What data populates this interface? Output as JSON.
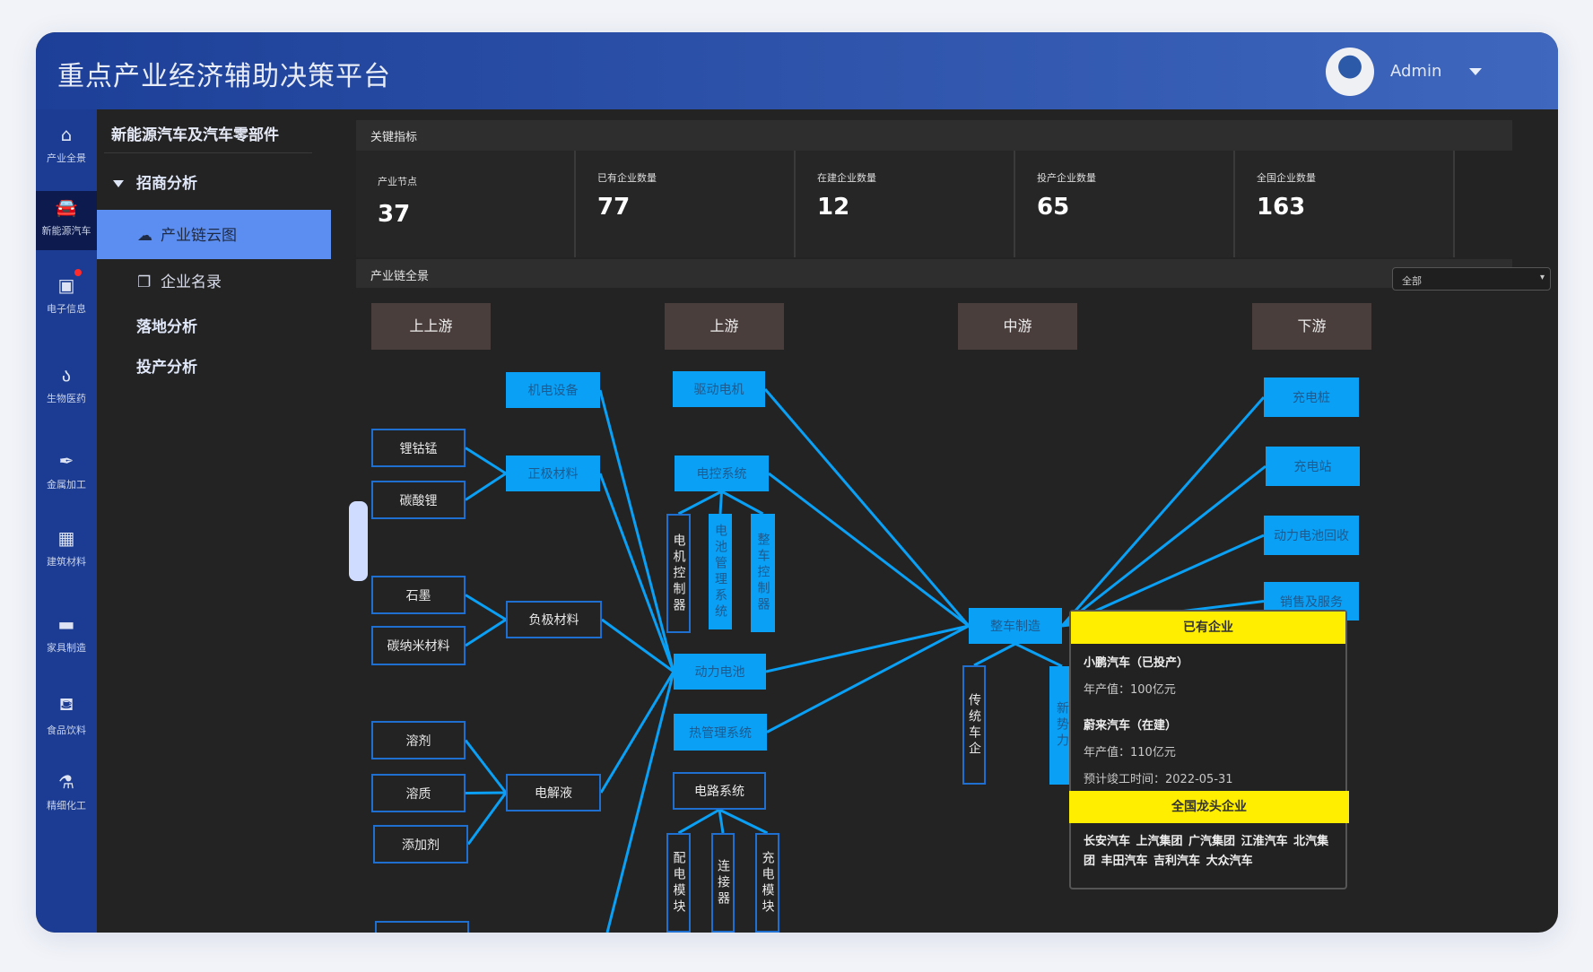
{
  "header": {
    "title": "重点产业经济辅助决策平台",
    "user": "Admin"
  },
  "rail": [
    {
      "label": "产业全景",
      "icon": "home-icon",
      "glyph": "⌂"
    },
    {
      "label": "新能源汽车",
      "icon": "car-icon",
      "glyph": "🚘"
    },
    {
      "label": "电子信息",
      "icon": "chip-icon",
      "glyph": "▣"
    },
    {
      "label": "生物医药",
      "icon": "microscope-icon",
      "glyph": "ა"
    },
    {
      "label": "金属加工",
      "icon": "pen-nib-icon",
      "glyph": "✒"
    },
    {
      "label": "建筑材料",
      "icon": "building-icon",
      "glyph": "▦"
    },
    {
      "label": "家具制造",
      "icon": "sofa-icon",
      "glyph": "▬"
    },
    {
      "label": "食品饮料",
      "icon": "basket-icon",
      "glyph": "⛾"
    },
    {
      "label": "精细化工",
      "icon": "flask-icon",
      "glyph": "⚗"
    }
  ],
  "submenu": {
    "title": "新能源汽车及汽车零部件",
    "group": "招商分析",
    "items": [
      "产业链云图",
      "企业名录"
    ],
    "links": [
      "落地分析",
      "投产分析"
    ]
  },
  "kpi": {
    "section": "关键指标",
    "items": [
      {
        "label": "产业节点",
        "value": "37"
      },
      {
        "label": "已有企业数量",
        "value": "77"
      },
      {
        "label": "在建企业数量",
        "value": "12"
      },
      {
        "label": "投产企业数量",
        "value": "65"
      },
      {
        "label": "全国企业数量",
        "value": "163"
      }
    ]
  },
  "chain": {
    "section": "产业链全景",
    "filter": "全部",
    "columns": [
      "上上游",
      "上游",
      "中游",
      "下游"
    ],
    "nodes": [
      "机电设备",
      "锂钴锰",
      "碳酸锂",
      "正极材料",
      "石墨",
      "碳纳米材料",
      "负极材料",
      "溶剂",
      "溶质",
      "添加剂",
      "电解液",
      "",
      "驱动电机",
      "电控系统",
      "电机控制器",
      "电池管理系统",
      "整车控制器",
      "动力电池",
      "热管理系统",
      "电路系统",
      "配电模块",
      "连接器",
      "充电模块",
      "整车制造",
      "传统车企",
      "新势力",
      "充电桩",
      "充电站",
      "动力电池回收",
      "销售及服务"
    ]
  },
  "popup": {
    "existing_header": "已有企业",
    "companies": [
      {
        "name": "小鹏汽车（已投产）",
        "value": "年产值：100亿元"
      },
      {
        "name": "蔚来汽车（在建）",
        "value": "年产值：110亿元",
        "date": "预计竣工时间：2022-05-31"
      }
    ],
    "leaders_header": "全国龙头企业",
    "leaders": "长安汽车  上汽集团  广汽集团  江淮汽车  北汽集团  丰田汽车  吉利汽车  大众汽车"
  },
  "colors": {
    "accent": "#0aa0f5",
    "header": "#1d3f97",
    "highlight": "#ffee00"
  }
}
